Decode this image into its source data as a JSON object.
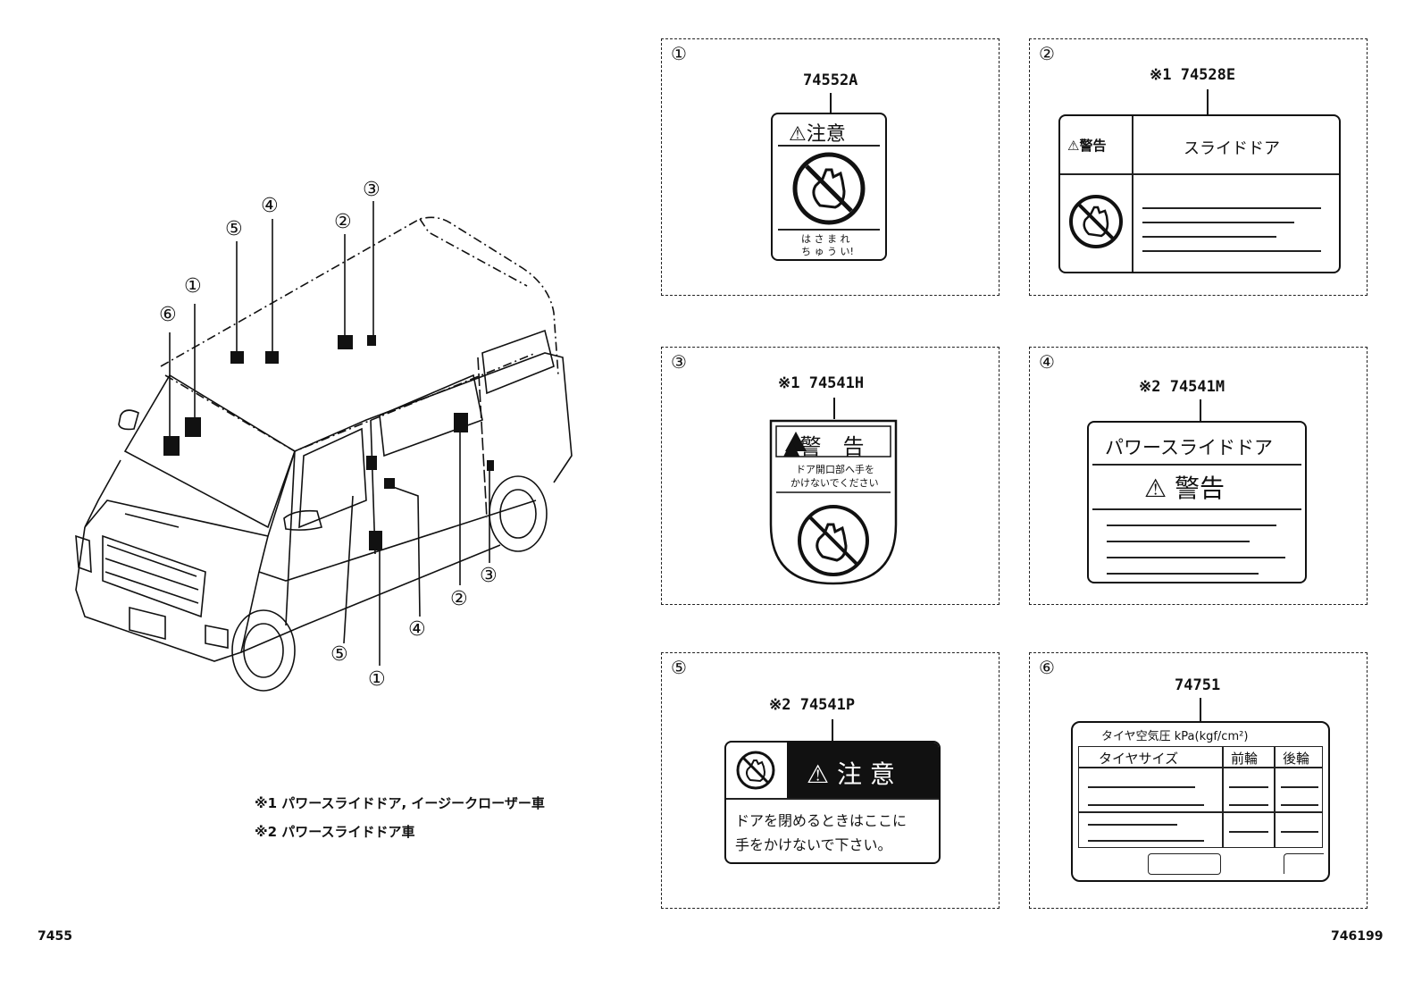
{
  "callouts": [
    "①",
    "②",
    "③",
    "④",
    "⑤",
    "⑥"
  ],
  "notes": {
    "n1": "※1 パワースライドドア, イージークローザー車",
    "n2": "※2 パワースライドドア車"
  },
  "codes": {
    "left": "7455",
    "right": "746199"
  },
  "p1": {
    "num": "①",
    "part": "74552A",
    "caution": "⚠注意",
    "line1": "は さ ま れ",
    "line2": "ち ゅ う い!"
  },
  "p2": {
    "num": "②",
    "part": "※1 74528E",
    "warn": "⚠警告",
    "title": "スライドドア"
  },
  "p3": {
    "num": "③",
    "part": "※1 74541H",
    "warn": "▲警　告",
    "line1": "ドア開口部へ手を",
    "line2": "かけないでください"
  },
  "p4": {
    "num": "④",
    "part": "※2  74541M",
    "title": "パワースライドドア",
    "warn": "⚠ 警告"
  },
  "p5": {
    "num": "⑤",
    "part": "※2  74541P",
    "caution": "⚠ 注 意",
    "line1": "ドアを閉めるときはここに",
    "line2": "手をかけないで下さい。"
  },
  "p6": {
    "num": "⑥",
    "part": "74751",
    "header": "タイヤ空気圧 kPa(kgf/cm²)",
    "col1": "タイヤサイズ",
    "col2": "前輪",
    "col3": "後輪"
  }
}
